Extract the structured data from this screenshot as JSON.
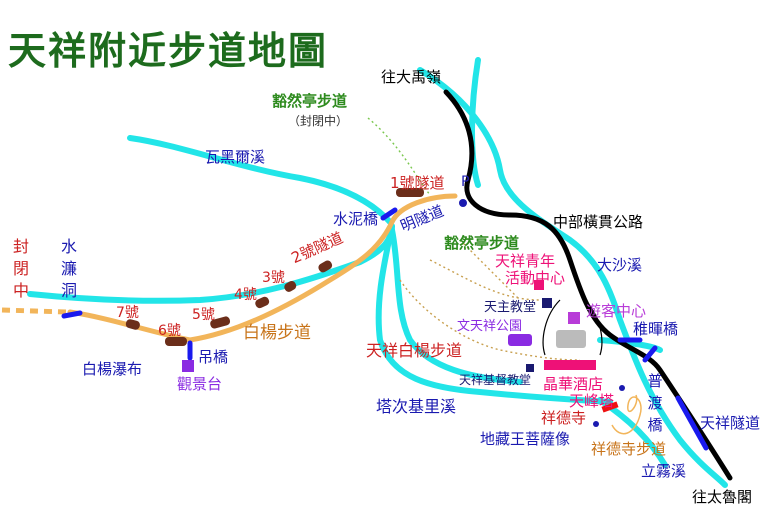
{
  "title": "天祥附近步道地圖",
  "colors": {
    "river": "#22E5E8",
    "road": "#000000",
    "trail": "#F2B55A",
    "tunnel_dash": "#0000EE",
    "dark_green": "#1D6B1D",
    "green": "#2E8B1E",
    "red": "#CC2222",
    "blue": "#1A1AB0",
    "purple": "#8A2BE2",
    "orange": "#C8741A",
    "tunnel_brown": "#6B2E1A",
    "pink": "#EE1177"
  },
  "labels": {
    "to_dayuling": "往大禹嶺",
    "to_taroko": "往太魯閣",
    "cross_island_hwy": "中部橫貫公路",
    "huoran_trail": "豁然亭步道",
    "closed_note": "（封閉中）",
    "huoran_trail_2": "豁然亭步道",
    "tunnel1": "1號隧道",
    "parking": "P",
    "waheier_creek": "瓦黑爾溪",
    "cement_bridge": "水泥橋",
    "ming_tunnel": "明隧道",
    "closed_vertical": "封閉中",
    "shuilian_cave": "水濂洞",
    "tunnel2": "2號隧道",
    "tunnel3": "3號",
    "tunnel4": "4號",
    "tunnel5": "5號",
    "tunnel6": "6號",
    "tunnel7": "7號",
    "baiyang_trail": "白楊步道",
    "suspension_bridge": "吊橋",
    "baiyang_falls": "白楊瀑布",
    "observation_deck": "觀景台",
    "youth_center_1": "天祥青年",
    "youth_center_2": "活動中心",
    "dasha_creek": "大沙溪",
    "catholic_church": "天主教堂",
    "wen_park": "文天祥公園",
    "visitor_center": "遊客中心",
    "zhihui_bridge": "稚暉橋",
    "tianxiang_baiyang_trail": "天祥白楊步道",
    "christian_church": "天祥基督教堂",
    "silks_hotel": "晶華酒店",
    "tianfeng_pagoda": "天峰塔",
    "tacijili_creek": "塔次基里溪",
    "xiangde_temple": "祥德寺",
    "dizang_statue": "地藏王菩薩像",
    "xiangde_trail": "祥德寺步道",
    "pudu_bridge": "普渡橋",
    "tianxiang_tunnel": "天祥隧道",
    "liwu_creek": "立霧溪"
  }
}
